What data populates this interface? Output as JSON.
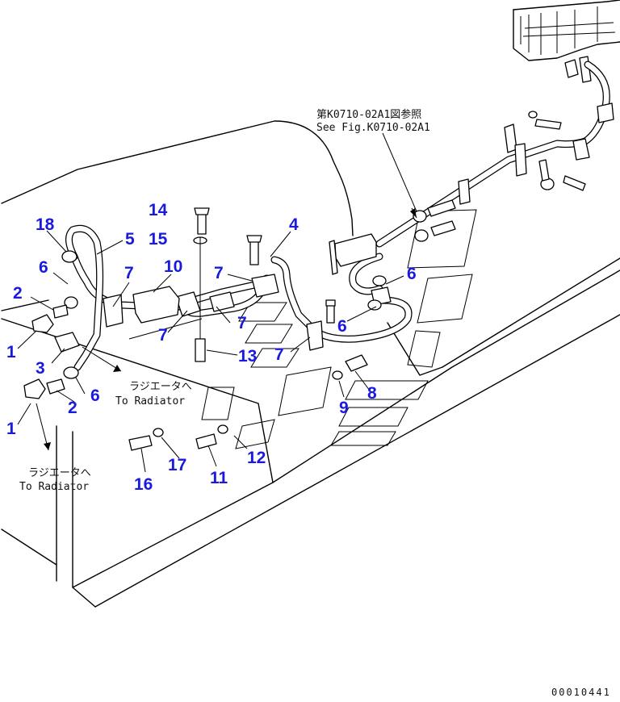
{
  "diagram": {
    "callouts": [
      {
        "id": "c18",
        "label": "18"
      },
      {
        "id": "c5",
        "label": "5"
      },
      {
        "id": "c6a",
        "label": "6"
      },
      {
        "id": "c7a",
        "label": "7"
      },
      {
        "id": "c10",
        "label": "10"
      },
      {
        "id": "c14",
        "label": "14"
      },
      {
        "id": "c15",
        "label": "15"
      },
      {
        "id": "c4",
        "label": "4"
      },
      {
        "id": "c7b",
        "label": "7"
      },
      {
        "id": "c2a",
        "label": "2"
      },
      {
        "id": "c1a",
        "label": "1"
      },
      {
        "id": "c3",
        "label": "3"
      },
      {
        "id": "c6b",
        "label": "6"
      },
      {
        "id": "c2b",
        "label": "2"
      },
      {
        "id": "c1b",
        "label": "1"
      },
      {
        "id": "c7c",
        "label": "7"
      },
      {
        "id": "c7d",
        "label": "7"
      },
      {
        "id": "c13",
        "label": "13"
      },
      {
        "id": "c7e",
        "label": "7"
      },
      {
        "id": "c6c",
        "label": "6"
      },
      {
        "id": "c6d",
        "label": "6"
      },
      {
        "id": "c8",
        "label": "8"
      },
      {
        "id": "c9",
        "label": "9"
      },
      {
        "id": "c12",
        "label": "12"
      },
      {
        "id": "c17",
        "label": "17"
      },
      {
        "id": "c16",
        "label": "16"
      },
      {
        "id": "c11",
        "label": "11"
      }
    ],
    "notes": {
      "ref_jp": "第K0710-02A1図参照",
      "ref_en": "See Fig.K0710-02A1",
      "radiator1_jp": "ラジエータへ",
      "radiator1_en": "To Radiator",
      "radiator2_jp": "ラジエータへ",
      "radiator2_en": "To Radiator"
    },
    "drawing_code": "00010441",
    "colors": {
      "callout": "#1a1adc",
      "line": "#000000",
      "background": "#ffffff"
    }
  }
}
